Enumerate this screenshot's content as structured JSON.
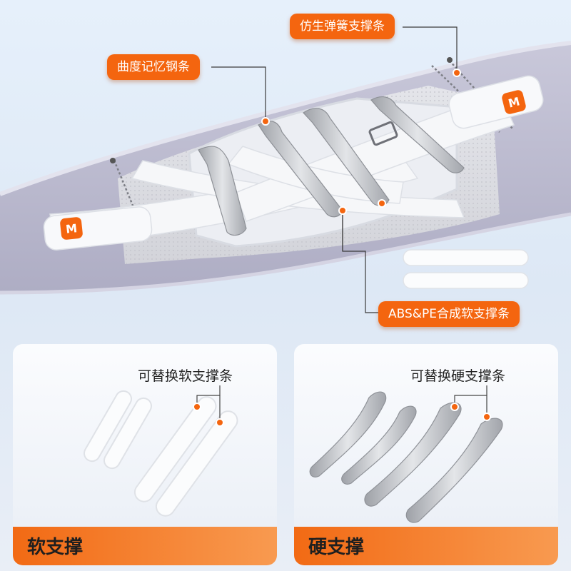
{
  "callouts": {
    "spring_bars": "仿生弹簧支撑条",
    "memory_steel": "曲度记忆钢条",
    "abs_pe": "ABS&PE合成软支撑条"
  },
  "panels": {
    "soft": {
      "caption": "可替换软支撑条",
      "title": "软支撑"
    },
    "hard": {
      "caption": "可替换硬支撑条",
      "title": "硬支撑"
    }
  },
  "colors": {
    "accent": "#f4650f",
    "belt": "#b9b8cc",
    "steel": "#b9bcc1"
  },
  "logo_icon": "brand-logo-icon"
}
